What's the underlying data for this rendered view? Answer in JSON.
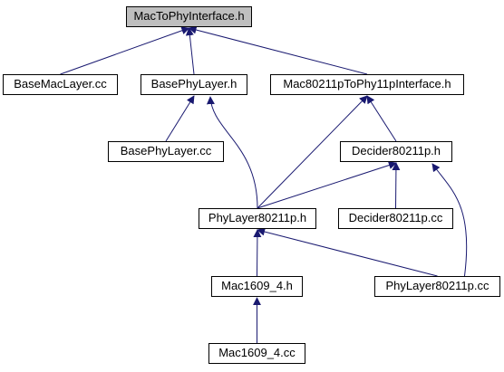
{
  "nodes": {
    "root": "MacToPhyInterface.h",
    "base_mac_layer_cc": "BaseMacLayer.cc",
    "base_phy_layer_h": "BasePhyLayer.h",
    "mac80211p_to_phy11p_interface_h": "Mac80211pToPhy11pInterface.h",
    "base_phy_layer_cc": "BasePhyLayer.cc",
    "decider80211p_h": "Decider80211p.h",
    "phy_layer80211p_h": "PhyLayer80211p.h",
    "decider80211p_cc": "Decider80211p.cc",
    "mac1609_4_h": "Mac1609_4.h",
    "phy_layer80211p_cc": "PhyLayer80211p.cc",
    "mac1609_4_cc": "Mac1609_4.cc"
  },
  "edges": [
    {
      "from": "base_mac_layer_cc",
      "to": "root"
    },
    {
      "from": "base_phy_layer_h",
      "to": "root"
    },
    {
      "from": "mac80211p_to_phy11p_interface_h",
      "to": "root"
    },
    {
      "from": "base_phy_layer_cc",
      "to": "base_phy_layer_h"
    },
    {
      "from": "phy_layer80211p_h",
      "to": "base_phy_layer_h"
    },
    {
      "from": "phy_layer80211p_h",
      "to": "mac80211p_to_phy11p_interface_h"
    },
    {
      "from": "decider80211p_h",
      "to": "mac80211p_to_phy11p_interface_h"
    },
    {
      "from": "phy_layer80211p_h",
      "to": "decider80211p_h"
    },
    {
      "from": "decider80211p_cc",
      "to": "decider80211p_h"
    },
    {
      "from": "phy_layer80211p_cc",
      "to": "decider80211p_h"
    },
    {
      "from": "mac1609_4_h",
      "to": "phy_layer80211p_h"
    },
    {
      "from": "phy_layer80211p_cc",
      "to": "phy_layer80211p_h"
    },
    {
      "from": "mac1609_4_cc",
      "to": "mac1609_4_h"
    }
  ],
  "colors": {
    "root_fill": "#bfbfbf",
    "node_fill": "#ffffff",
    "edge": "#191970",
    "border": "#000000"
  }
}
